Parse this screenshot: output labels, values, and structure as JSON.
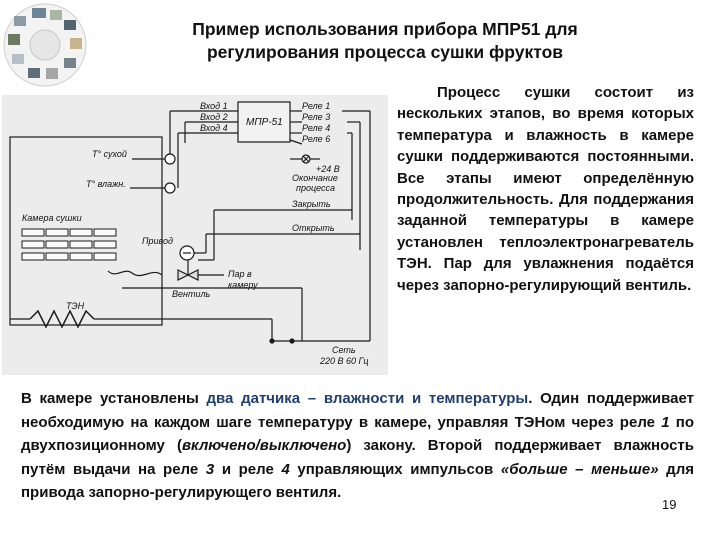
{
  "slide": {
    "title_line1": "Пример использования прибора МПР51 для",
    "title_line2": "регулирования процесса сушки фруктов",
    "side_text": "Процесс сушки состоит из нескольких этапов, во время которых температура и влажность в камере сушки поддерживаются постоянными. Все этапы имеют определённую продолжительность. Для поддержания заданной температуры в камере установлен теплоэлектронагреватель ТЭН. Пар для увлажнения подаётся через запорно-регулирующий вентиль.",
    "bottom": {
      "p1": "В камере установлены ",
      "hl": "два датчика – влажности и температуры",
      "p2": ". Один поддерживает необходимую на каждом шаге температуру в камере, управляя ТЭНом через реле ",
      "relay1": "1",
      "p3": " по двухпозиционному (",
      "mode": "включено/выключено",
      "p4": ") закону. Второй поддерживает влажность путём выдачи на реле ",
      "relay3": "3",
      "p5": " и реле ",
      "relay4": "4",
      "p6": " управляющих импульсов ",
      "pulses": "«больше – меньше»",
      "p7": " для привода запорно-регулирующего вентиля."
    },
    "page_number": "19"
  },
  "diagram": {
    "device": "МПР-51",
    "inputs": [
      "Вход 1",
      "Вход 2",
      "Вход 4"
    ],
    "relays": [
      "Реле 1",
      "Реле 3",
      "Реле 4",
      "Реле 6"
    ],
    "power_24": "+24 В",
    "process_end_1": "Окончание",
    "process_end_2": "процесса",
    "close": "Закрыть",
    "open": "Открыть",
    "sensor_dry": "T° сухой",
    "sensor_wet": "T° влажн.",
    "chamber": "Камера сушки",
    "drive": "Привод",
    "valve": "Вентиль",
    "steam_1": "Пар в",
    "steam_2": "камеру",
    "heater": "ТЭН",
    "mains_1": "Сеть",
    "mains_2": "220 В 60 Гц"
  },
  "colors": {
    "highlight": "#1f3f6e",
    "scan_bg": "#ececec"
  }
}
